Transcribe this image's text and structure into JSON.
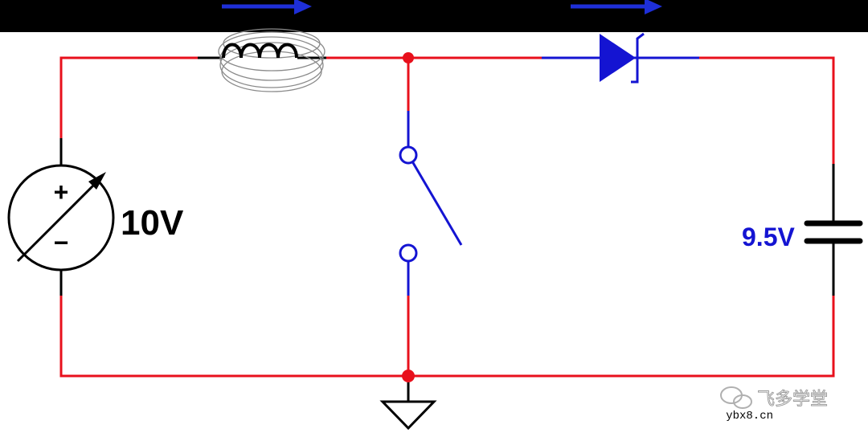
{
  "colors": {
    "wire_red": "#e8101c",
    "wire_blue": "#1414d2",
    "wire_black": "#000000",
    "banner": "#000000",
    "arrow": "#1e2fd8"
  },
  "labels": {
    "source_voltage": "10V",
    "capacitor_voltage": "9.5V",
    "plus_sign": "+",
    "minus_sign": "−"
  },
  "watermark": {
    "brand": "飞多学堂",
    "url": "ybx8.cn"
  }
}
